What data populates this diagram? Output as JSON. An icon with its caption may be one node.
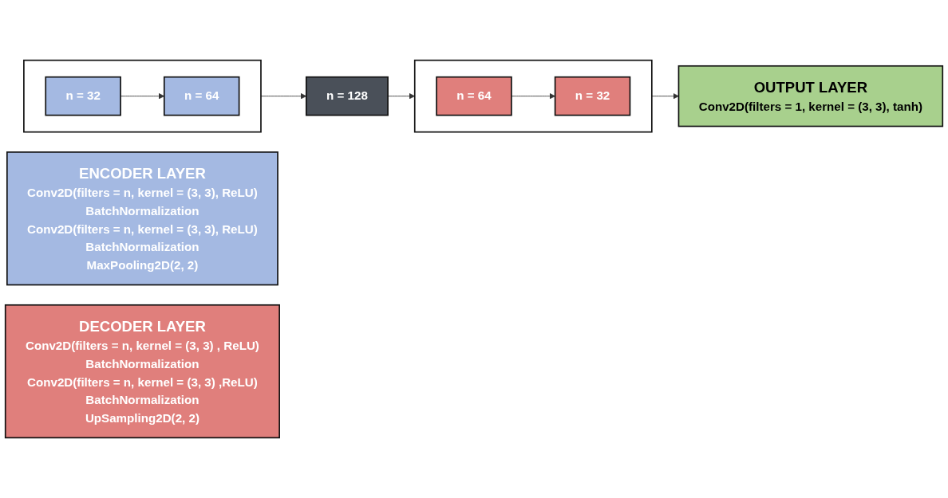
{
  "diagram": {
    "nodes": [
      {
        "text": [
          "ENCODER LAYER",
          "Conv2D(filters = n, kernel = (3, 3), ReLU)",
          "BatchNormalization",
          "Conv2D(filters = n, kernel = (3, 3), ReLU)",
          "BatchNormalization",
          "MaxPooling2D(2, 2)"
        ]
      },
      {
        "text": [
          "DECODER LAYER",
          "Conv2D(filters = n, kernel = (3, 3) , ReLU)",
          "BatchNormalization",
          "Conv2D(filters = n, kernel = (3, 3) ,ReLU)",
          "BatchNormalization",
          "UpSampling2D(2, 2)"
        ]
      },
      {
        "text": [],
        "shape": "box"
      },
      {
        "text": [
          "n = 32"
        ],
        "in": 2
      },
      {
        "text": [
          "n = 64"
        ],
        "in": 2
      },
      {
        "text": [
          "n = 128"
        ]
      },
      {
        "text": [],
        "shape": "box"
      },
      {
        "text": [
          "n = 64"
        ],
        "in": 6
      },
      {
        "text": [
          "n = 32"
        ],
        "in": 6
      },
      {
        "text": [
          "OUTPUT LAYER",
          "Conv2D(filters = 1, kernel = (3, 3), tanh)"
        ]
      }
    ],
    "edges": [
      {
        "from": 3,
        "to": 4,
        "arrow": "to"
      },
      {
        "from": 2,
        "to": 5,
        "arrow": "to"
      },
      {
        "from": 5,
        "to": 6,
        "arrow": "to"
      },
      {
        "from": 7,
        "to": 8,
        "arrow": "to"
      },
      {
        "from": 6,
        "to": 9,
        "arrow": "to"
      }
    ]
  }
}
